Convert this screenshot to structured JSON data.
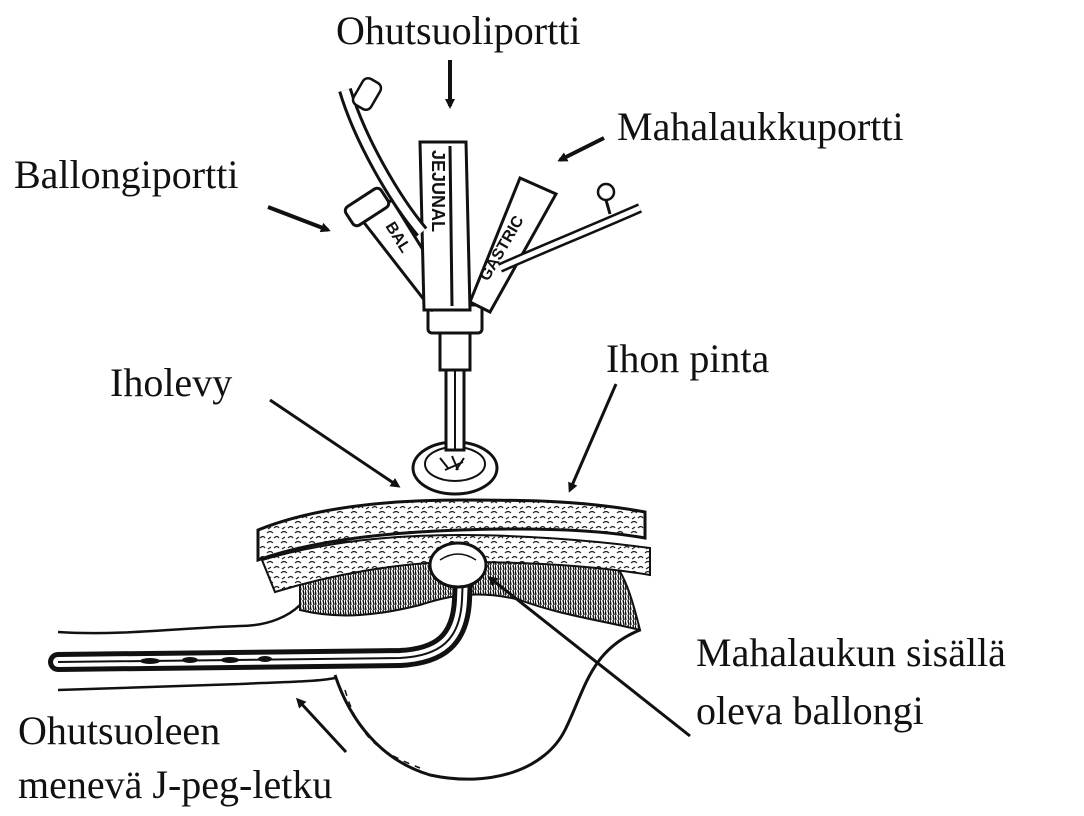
{
  "labels": {
    "jejunal_port": "Ohutsuoliportti",
    "gastric_port": "Mahalaukkuportti",
    "balloon_port": "Ballongiportti",
    "skin_disc": "Iholevy",
    "skin_surface": "Ihon pinta",
    "balloon_line1": "Mahalaukun sisällä",
    "balloon_line2": "oleva ballongi",
    "tube_line1": "Ohutsuoleen",
    "tube_line2": "menevä J-peg-letku"
  },
  "tube_markings": {
    "jejunal": "JEJUNAL",
    "gastric": "GASTRIC",
    "bal": "BAL"
  },
  "colors": {
    "ink": "#111111",
    "background": "#ffffff"
  }
}
